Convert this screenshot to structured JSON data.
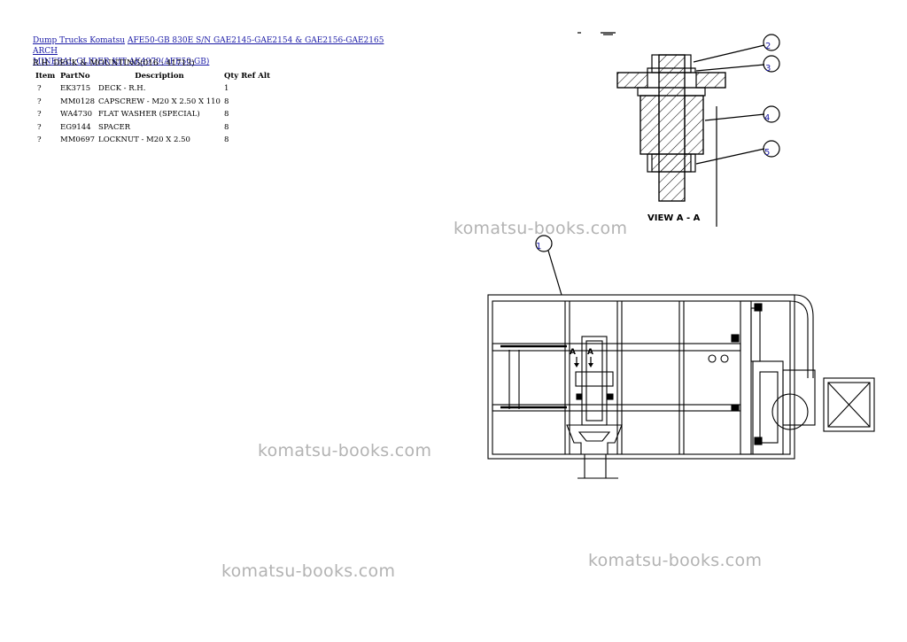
{
  "breadcrumb": {
    "link1": "Dump Trucks Komatsu",
    "link2": "AFE50-GB 830E S/N GAE2145-GAE2154 & GAE2156-GAE2165 ARCH",
    "link3": "MINERAL GLIDER KIT AK4979(AFE50-GB)"
  },
  "subtitle": "R.H. DECK & MOUNTING(016 : 41713)",
  "table": {
    "headers": {
      "item": "Item",
      "partno": "PartNo",
      "description": "Description",
      "qty": "Qty",
      "ref": "Ref",
      "alt": "Alt"
    },
    "rows": [
      {
        "item": "?",
        "partno": "EK3715",
        "description": "DECK - R.H.",
        "qty": "1"
      },
      {
        "item": "?",
        "partno": "MM0128",
        "description": "CAPSCREW - M20 X 2.50 X 110",
        "qty": "8"
      },
      {
        "item": "?",
        "partno": "WA4730",
        "description": "FLAT WASHER (SPECIAL)",
        "qty": "8"
      },
      {
        "item": "?",
        "partno": "EG9144",
        "description": "SPACER",
        "qty": "8"
      },
      {
        "item": "?",
        "partno": "MM0697",
        "description": "LOCKNUT - M20 X 2.50",
        "qty": "8"
      }
    ]
  },
  "watermark": "komatsu-books.com",
  "drawing": {
    "view_label": "VIEW A - A",
    "section_marker": "A",
    "callouts": [
      "1",
      "2",
      "3",
      "4",
      "5"
    ]
  }
}
